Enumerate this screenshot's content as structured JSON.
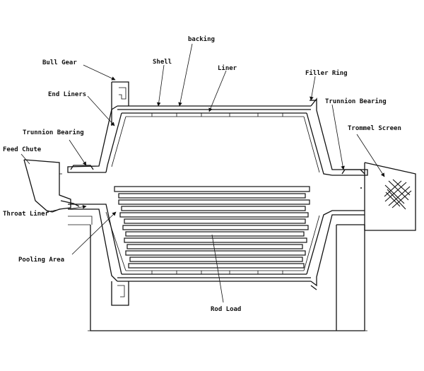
{
  "labels": {
    "bull_gear": "Bull Gear",
    "backing": "backing",
    "shell": "Shell",
    "liner": "Liner",
    "filler_ring": "Filler Ring",
    "end_liners": "End Liners",
    "trunnion_bearing_right": "Trunnion Bearing",
    "trommel_screen": "Trommel Screen",
    "trunnion_bearing_left": "Trunnion Bearing",
    "feed_chute": "Feed Chute",
    "throat_liner": "Throat Liner",
    "pooling_area": "Pooling Area",
    "rod_load": "Rod Load"
  },
  "icons": {
    "arrow": "arrow-icon"
  }
}
